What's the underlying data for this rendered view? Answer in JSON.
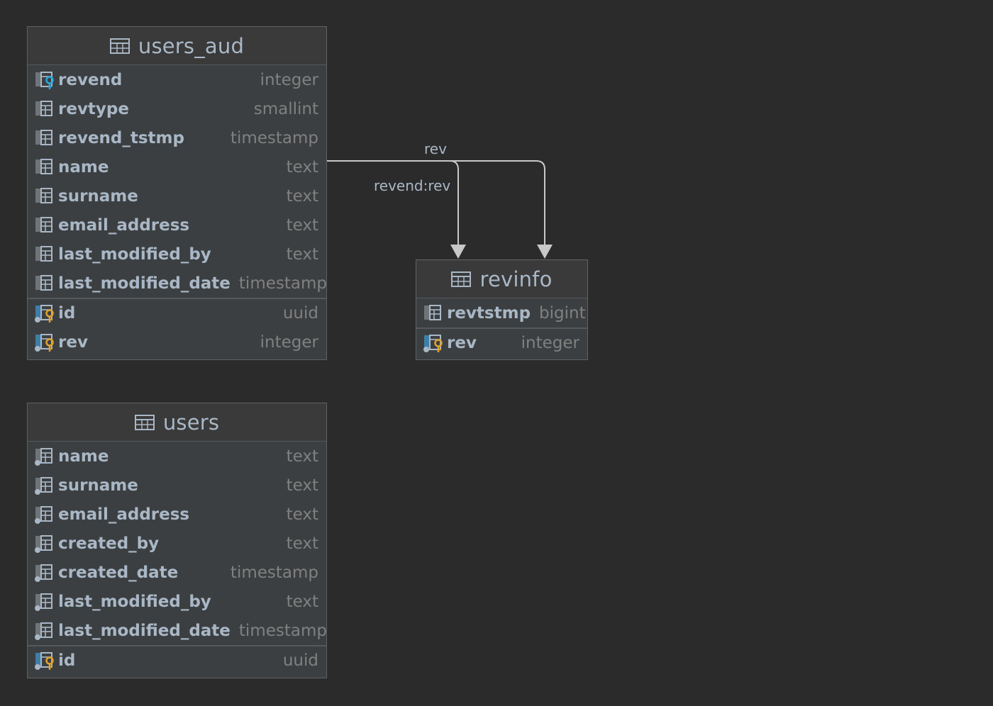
{
  "tables": {
    "users_aud": {
      "title": "users_aud",
      "sections": [
        {
          "kind": "columns",
          "columns": [
            {
              "name": "revend",
              "type": "integer",
              "icon": "foreign-key-column-icon"
            },
            {
              "name": "revtype",
              "type": "smallint",
              "icon": "column-icon"
            },
            {
              "name": "revend_tstmp",
              "type": "timestamp",
              "icon": "column-icon"
            },
            {
              "name": "name",
              "type": "text",
              "icon": "column-icon"
            },
            {
              "name": "surname",
              "type": "text",
              "icon": "column-icon"
            },
            {
              "name": "email_address",
              "type": "text",
              "icon": "column-icon"
            },
            {
              "name": "last_modified_by",
              "type": "text",
              "icon": "column-icon"
            },
            {
              "name": "last_modified_date",
              "type": "timestamp",
              "icon": "column-icon"
            }
          ]
        },
        {
          "kind": "primary-key",
          "columns": [
            {
              "name": "id",
              "type": "uuid",
              "icon": "primary-key-column-icon"
            },
            {
              "name": "rev",
              "type": "integer",
              "icon": "primary-key-column-icon"
            }
          ]
        }
      ]
    },
    "revinfo": {
      "title": "revinfo",
      "sections": [
        {
          "kind": "columns",
          "columns": [
            {
              "name": "revtstmp",
              "type": "bigint",
              "icon": "column-icon"
            }
          ]
        },
        {
          "kind": "primary-key",
          "columns": [
            {
              "name": "rev",
              "type": "integer",
              "icon": "primary-key-column-icon"
            }
          ]
        }
      ]
    },
    "users": {
      "title": "users",
      "sections": [
        {
          "kind": "columns",
          "columns": [
            {
              "name": "name",
              "type": "text",
              "icon": "not-null-column-icon"
            },
            {
              "name": "surname",
              "type": "text",
              "icon": "not-null-column-icon"
            },
            {
              "name": "email_address",
              "type": "text",
              "icon": "not-null-column-icon"
            },
            {
              "name": "created_by",
              "type": "text",
              "icon": "not-null-column-icon"
            },
            {
              "name": "created_date",
              "type": "timestamp",
              "icon": "not-null-column-icon"
            },
            {
              "name": "last_modified_by",
              "type": "text",
              "icon": "not-null-column-icon"
            },
            {
              "name": "last_modified_date",
              "type": "timestamp",
              "icon": "not-null-column-icon"
            }
          ]
        },
        {
          "kind": "primary-key",
          "columns": [
            {
              "name": "id",
              "type": "uuid",
              "icon": "primary-key-column-icon"
            }
          ]
        }
      ]
    }
  },
  "relations": [
    {
      "label": "rev",
      "from": "users_aud",
      "to": "revinfo"
    },
    {
      "label": "revend:rev",
      "from": "users_aud",
      "to": "revinfo"
    }
  ],
  "colors": {
    "background": "#2b2b2b",
    "table_body": "#3c3f41",
    "column_name": "#a9b7c6",
    "column_type": "#808080",
    "connector": "#c8c8c8",
    "pk_key": "#e0a32e",
    "fk_key": "#29a8dd"
  }
}
